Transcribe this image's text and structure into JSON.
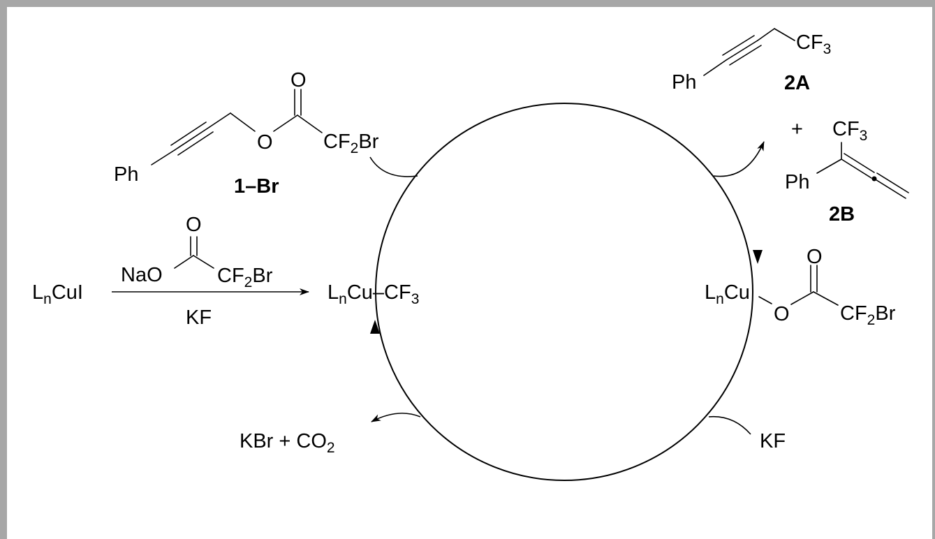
{
  "compounds": {
    "start_catalyst": {
      "p1": "L",
      "p1_sub": "n",
      "p2": "CuI"
    },
    "reagent_label": {
      "p1": "NaO"
    },
    "reagent_group": {
      "p1": "CF",
      "p1_sub": "2",
      "p2": "Br"
    },
    "reagent_carbonyl_o": "O",
    "additive_below": "KF",
    "cu_cf3": {
      "p1": "L",
      "p1_sub": "n",
      "p2": "Cu–CF",
      "p2_sub": "3"
    },
    "substrate": {
      "carbonyl_o": "O",
      "ester_o": "O",
      "group": {
        "p1": "CF",
        "p1_sub": "2",
        "p2": "Br"
      },
      "phenyl": "Ph",
      "code": "1–Br"
    },
    "product_2a": {
      "cf3": {
        "p1": "CF",
        "p1_sub": "3"
      },
      "phenyl": "Ph",
      "code": "2A"
    },
    "plus_sign": "+",
    "product_2b": {
      "cf3": {
        "p1": "CF",
        "p1_sub": "3"
      },
      "phenyl": "Ph",
      "code": "2B"
    },
    "cu_ester": {
      "cu": {
        "p1": "L",
        "p1_sub": "n",
        "p2": "Cu"
      },
      "ester_o": "O",
      "carbonyl_o": "O",
      "group": {
        "p1": "CF",
        "p1_sub": "2",
        "p2": "Br"
      }
    },
    "kf_in": "KF",
    "byproduct": {
      "p1": "KBr + CO",
      "p1_sub": "2"
    }
  }
}
